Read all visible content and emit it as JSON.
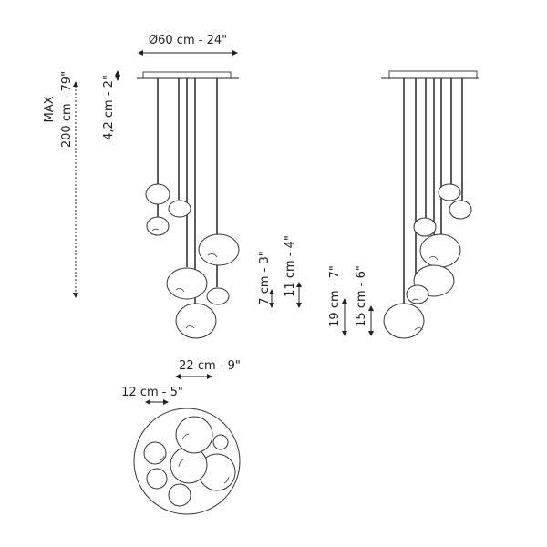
{
  "front_view": {
    "diameter_label": "Ø60 cm - 24\"",
    "max_label": "MAX",
    "height_label": "200 cm - 79\"",
    "canopy_label": "4,2 cm - 2\"",
    "small_globe_label": "7 cm - 3\"",
    "medium_globe_label": "11 cm - 4\""
  },
  "side_view": {
    "large_globe_label": "19 cm - 7\"",
    "mid_globe_label": "15 cm - 6\""
  },
  "top_view": {
    "large_diameter_label": "22 cm - 9\"",
    "small_diameter_label": "12 cm - 5\""
  }
}
